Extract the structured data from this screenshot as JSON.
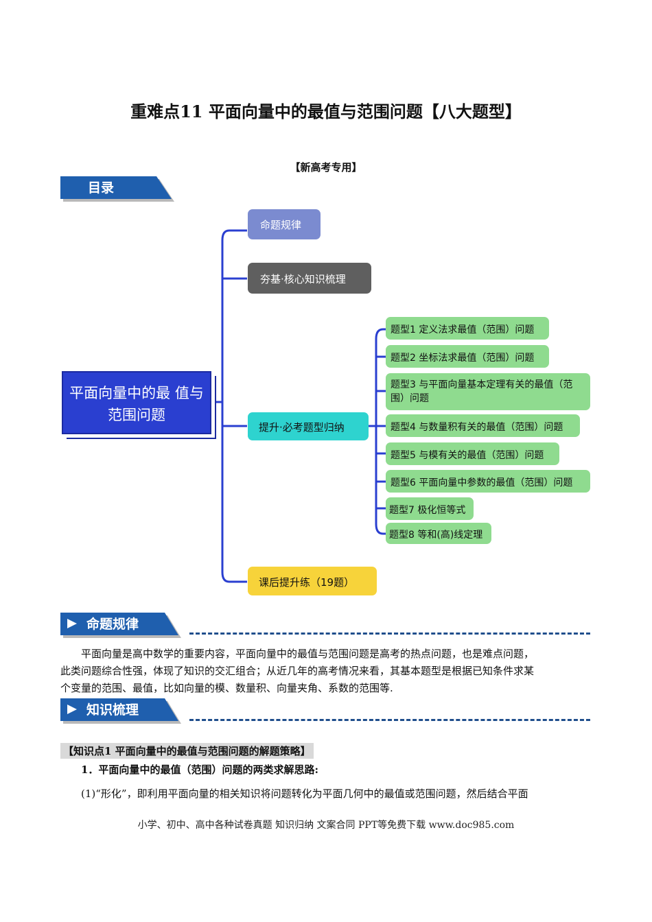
{
  "title": "重难点11 平面向量中的最值与范围问题【八大题型】",
  "subtitle": "【新高考专用】",
  "toc": {
    "banner": "目录",
    "root": [
      "平面向量中的最",
      "值与范围问题"
    ],
    "branches": [
      {
        "label": "命题规律",
        "color": "#7b8bd0"
      },
      {
        "label": "夯基·核心知识梳理",
        "color": "#5f5f5f"
      },
      {
        "label": "提升·必考题型归纳",
        "color": "#2ed3cf"
      },
      {
        "label": "课后提升练（19题）",
        "color": "#f7d33a"
      }
    ],
    "leaf_color": "#8fdb8f",
    "leaves": [
      [
        "题型1 定义法求最值（范围）问题"
      ],
      [
        "题型2 坐标法求最值（范围）问题"
      ],
      [
        "题型3 与平面向量基本定理有关的最值（范",
        "围）问题"
      ],
      [
        "题型4 与数量积有关的最值（范围）问题"
      ],
      [
        "题型5 与模有关的最值（范围）问题"
      ],
      [
        "题型6 平面向量中参数的最值（范围）问题"
      ],
      [
        "题型7 极化恒等式"
      ],
      [
        "题型8 等和(高)线定理"
      ]
    ]
  },
  "section1": {
    "banner": "命题规律",
    "lines": [
      "平面向量是高中数学的重要内容，平面向量中的最值与范围问题是高考的热点问题，也是难点问题，",
      "此类问题综合性强，体现了知识的交汇组合；从近几年的高考情况来看，其基本题型是根据已知条件求某",
      "个变量的范围、最值，比如向量的模、数量积、向量夹角、系数的范围等."
    ]
  },
  "section2": {
    "banner": "知识梳理",
    "kp": "【知识点1  平面向量中的最值与范围问题的解题策略】",
    "heading": "1．平面向量中的最值（范围）问题的两类求解思路:",
    "line": "(1)“形化”，即利用平面向量的相关知识将问题转化为平面几何中的最值或范围问题，然后结合平面"
  },
  "footer": "小学、初中、高中各种试卷真题  知识归纳  文案合同  PPT等免费下载      www.doc985.com",
  "colors": {
    "banner": "#1f5fae",
    "connector": "#2a3fd0"
  }
}
